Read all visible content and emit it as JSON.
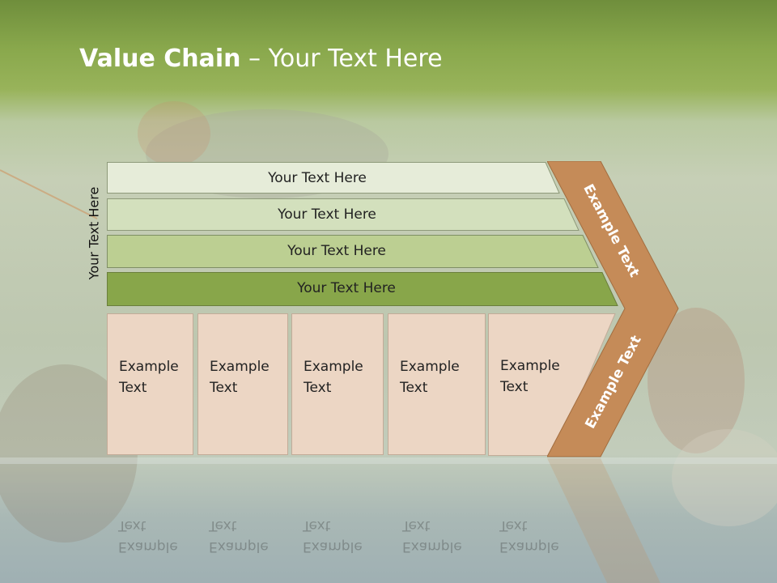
{
  "title": {
    "bold": "Value Chain",
    "rest": " – Your Text Here"
  },
  "side_label": "Your Text Here",
  "bars": [
    {
      "label": "Your Text Here",
      "color": "#e6ecd9"
    },
    {
      "label": "Your Text Here",
      "color": "#d3e0bd"
    },
    {
      "label": "Your Text Here",
      "color": "#bccf92"
    },
    {
      "label": "Your Text Here",
      "color": "#88a64a"
    }
  ],
  "boxes": [
    {
      "label": "Example\nText"
    },
    {
      "label": "Example\nText"
    },
    {
      "label": "Example\nText"
    },
    {
      "label": "Example\nText"
    },
    {
      "label": "Example\nText"
    }
  ],
  "chevron": {
    "top_label": "Example Text",
    "bottom_label": "Example Text",
    "color": "#c58b58"
  },
  "reflection": {
    "label": "Example\nText"
  }
}
